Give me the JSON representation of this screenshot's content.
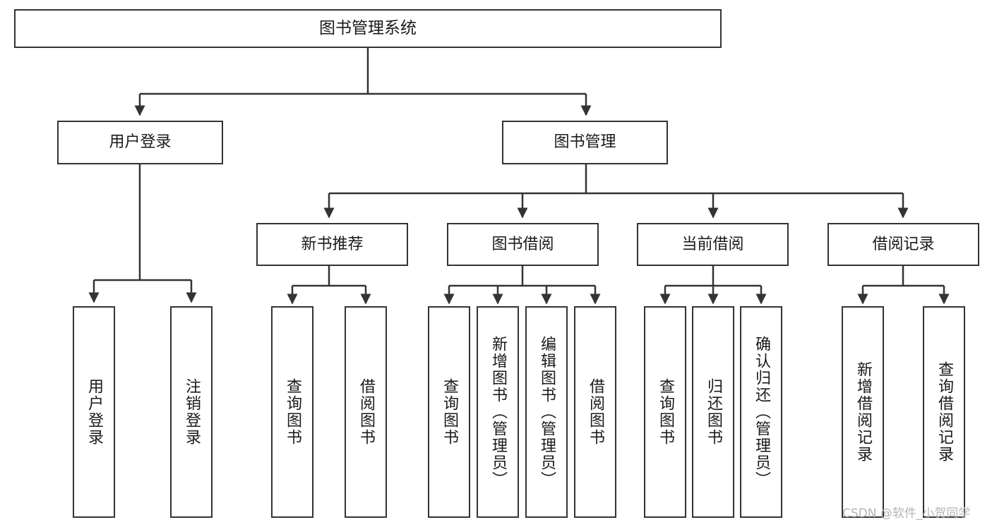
{
  "diagram": {
    "title": "图书管理系统",
    "watermark": "CSDN @软件_小贺同学",
    "line_color": "#333333",
    "box_border_color": "#333333",
    "box_fill_color": "#ffffff",
    "text_color": "#1a1a1a",
    "watermark_color": "#b5b5b5",
    "root": {
      "label": "图书管理系统"
    },
    "level2": [
      {
        "label": "用户登录"
      },
      {
        "label": "图书管理"
      }
    ],
    "level3": [
      {
        "label": "新书推荐"
      },
      {
        "label": "图书借阅"
      },
      {
        "label": "当前借阅"
      },
      {
        "label": "借阅记录"
      }
    ],
    "leaves": {
      "user_login": [
        {
          "label": "用户登录"
        },
        {
          "label": "注销登录"
        }
      ],
      "new_book_recommend": [
        {
          "label": "查询图书"
        },
        {
          "label": "借阅图书"
        }
      ],
      "book_borrow": [
        {
          "label": "查询图书"
        },
        {
          "label": "新增图书（管理员）"
        },
        {
          "label": "编辑图书（管理员）"
        },
        {
          "label": "借阅图书"
        }
      ],
      "current_borrow": [
        {
          "label": "查询图书"
        },
        {
          "label": "归还图书"
        },
        {
          "label": "确认归还（管理员）"
        }
      ],
      "borrow_record": [
        {
          "label": "新增借阅记录"
        },
        {
          "label": "查询借阅记录"
        }
      ]
    }
  }
}
